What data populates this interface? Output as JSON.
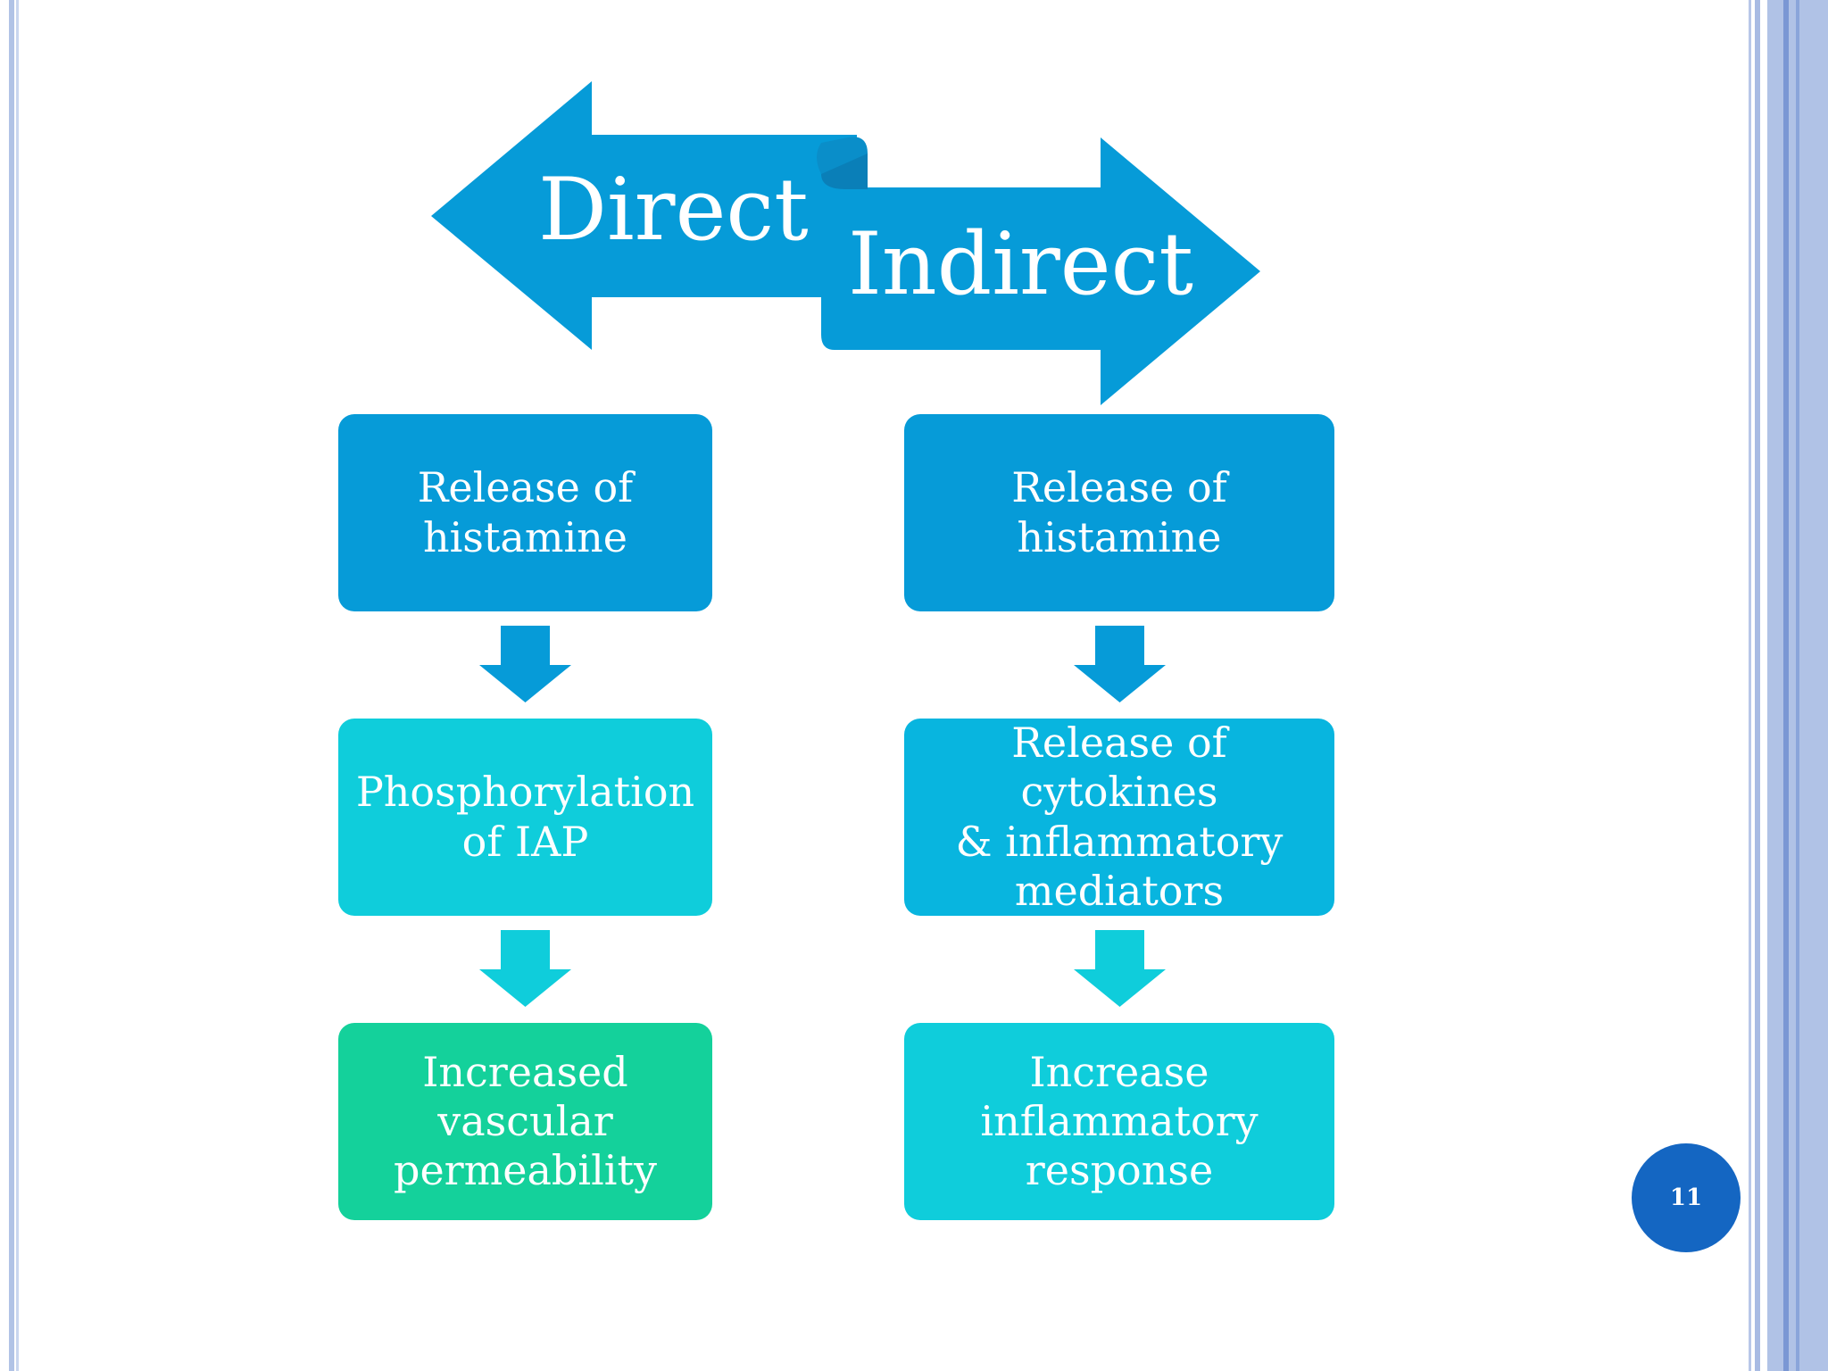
{
  "header": {
    "direct_label": "Direct",
    "indirect_label": "Indirect"
  },
  "direct": {
    "steps": [
      "Release of\nhistamine",
      "Phosphorylation\nof IAP",
      "Increased\nvascular\npermeability"
    ]
  },
  "indirect": {
    "steps": [
      "Release of\nhistamine",
      "Release of cytokines\n& inflammatory\nmediators",
      "Increase\ninflammatory\nresponse"
    ]
  },
  "page_number": "11",
  "colors": {
    "arrow_blue": "#069bd8",
    "arrow_fold": "#0a7fb8",
    "box_blue": "#069bd8",
    "box_cyan": "#0fcddb",
    "box_mid": "#08b5df",
    "box_green": "#14d19b",
    "badge": "#1466c2"
  }
}
